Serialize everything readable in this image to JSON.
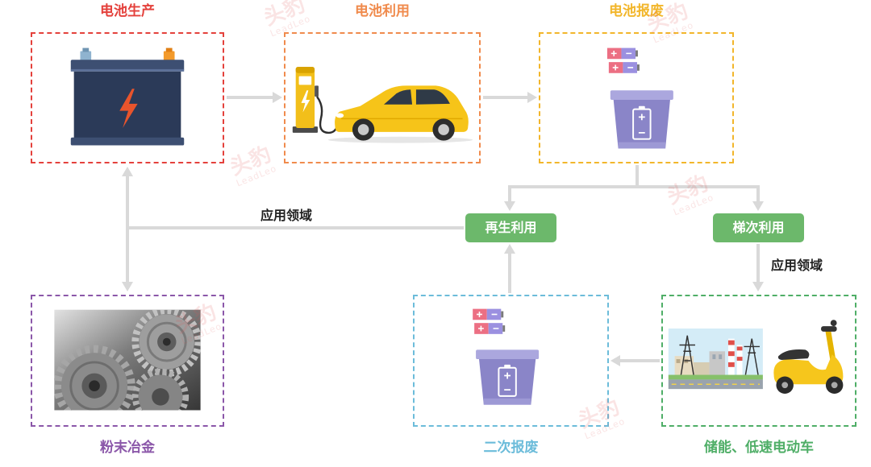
{
  "stages": {
    "production": {
      "title": "电池生产",
      "icon": "car-battery-icon",
      "color": "#e4413c"
    },
    "usage": {
      "title": "电池利用",
      "icon": "ev-charging-icon",
      "color": "#f08b4d"
    },
    "scrap": {
      "title": "电池报废",
      "icon": "battery-bin-icon",
      "color": "#f2b62b"
    },
    "metallurgy": {
      "title": "粉末冶金",
      "icon": "gears-icon",
      "color": "#8b57a9"
    },
    "secondary_scrap": {
      "title": "二次报废",
      "icon": "battery-bin-icon",
      "color": "#6cbcda"
    },
    "storage": {
      "title": "储能、低速电动车",
      "icon": "power-plant-scooter-icon",
      "color": "#4fae67"
    }
  },
  "processes": {
    "recycling": {
      "label": "再生利用",
      "color": "#6cb86b"
    },
    "cascade": {
      "label": "梯次利用",
      "color": "#6cb86b"
    }
  },
  "edge_labels": {
    "recycling_application": "应用领域",
    "cascade_application": "应用领域"
  },
  "connector_color": "#d9d9d9",
  "watermark": {
    "brand": "头豹",
    "brand_en": "LeadLeo"
  }
}
